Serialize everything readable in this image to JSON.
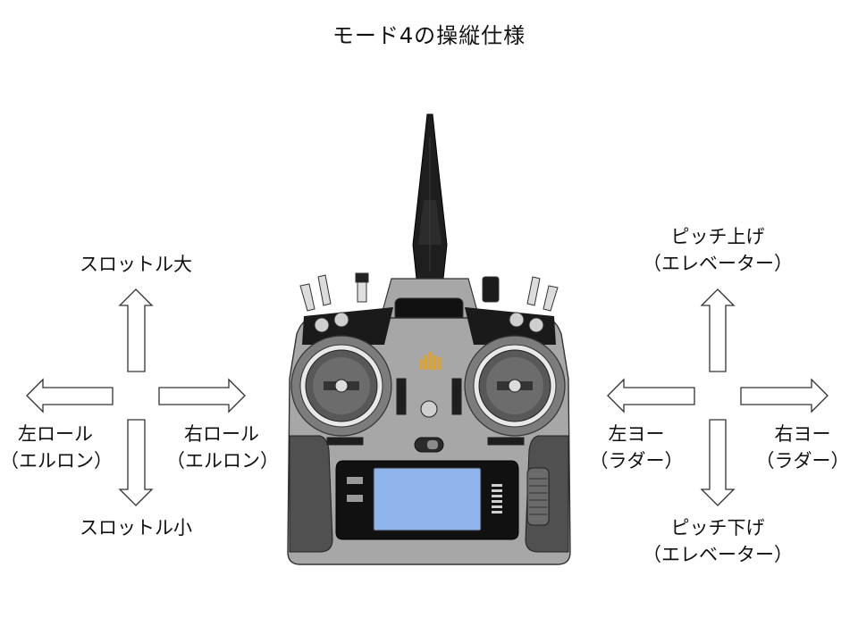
{
  "title": "モード4の操縦仕様",
  "left_stick": {
    "up": "スロットル大",
    "down": "スロットル小",
    "left": [
      "左ロール",
      "（エルロン）"
    ],
    "right": [
      "右ロール",
      "（エルロン）"
    ]
  },
  "right_stick": {
    "up": [
      "ピッチ上げ",
      "（エレベーター）"
    ],
    "down": [
      "ピッチ下げ",
      "（エレベーター）"
    ],
    "left": [
      "左ヨー",
      "（ラダー）"
    ],
    "right": [
      "右ヨー",
      "（ラダー）"
    ]
  },
  "colors": {
    "body": "#a7a7a7",
    "grip": "#505050",
    "screen": "#8fb4ec",
    "antenna": "#1e1e1e",
    "logo": "#e8a21a"
  }
}
